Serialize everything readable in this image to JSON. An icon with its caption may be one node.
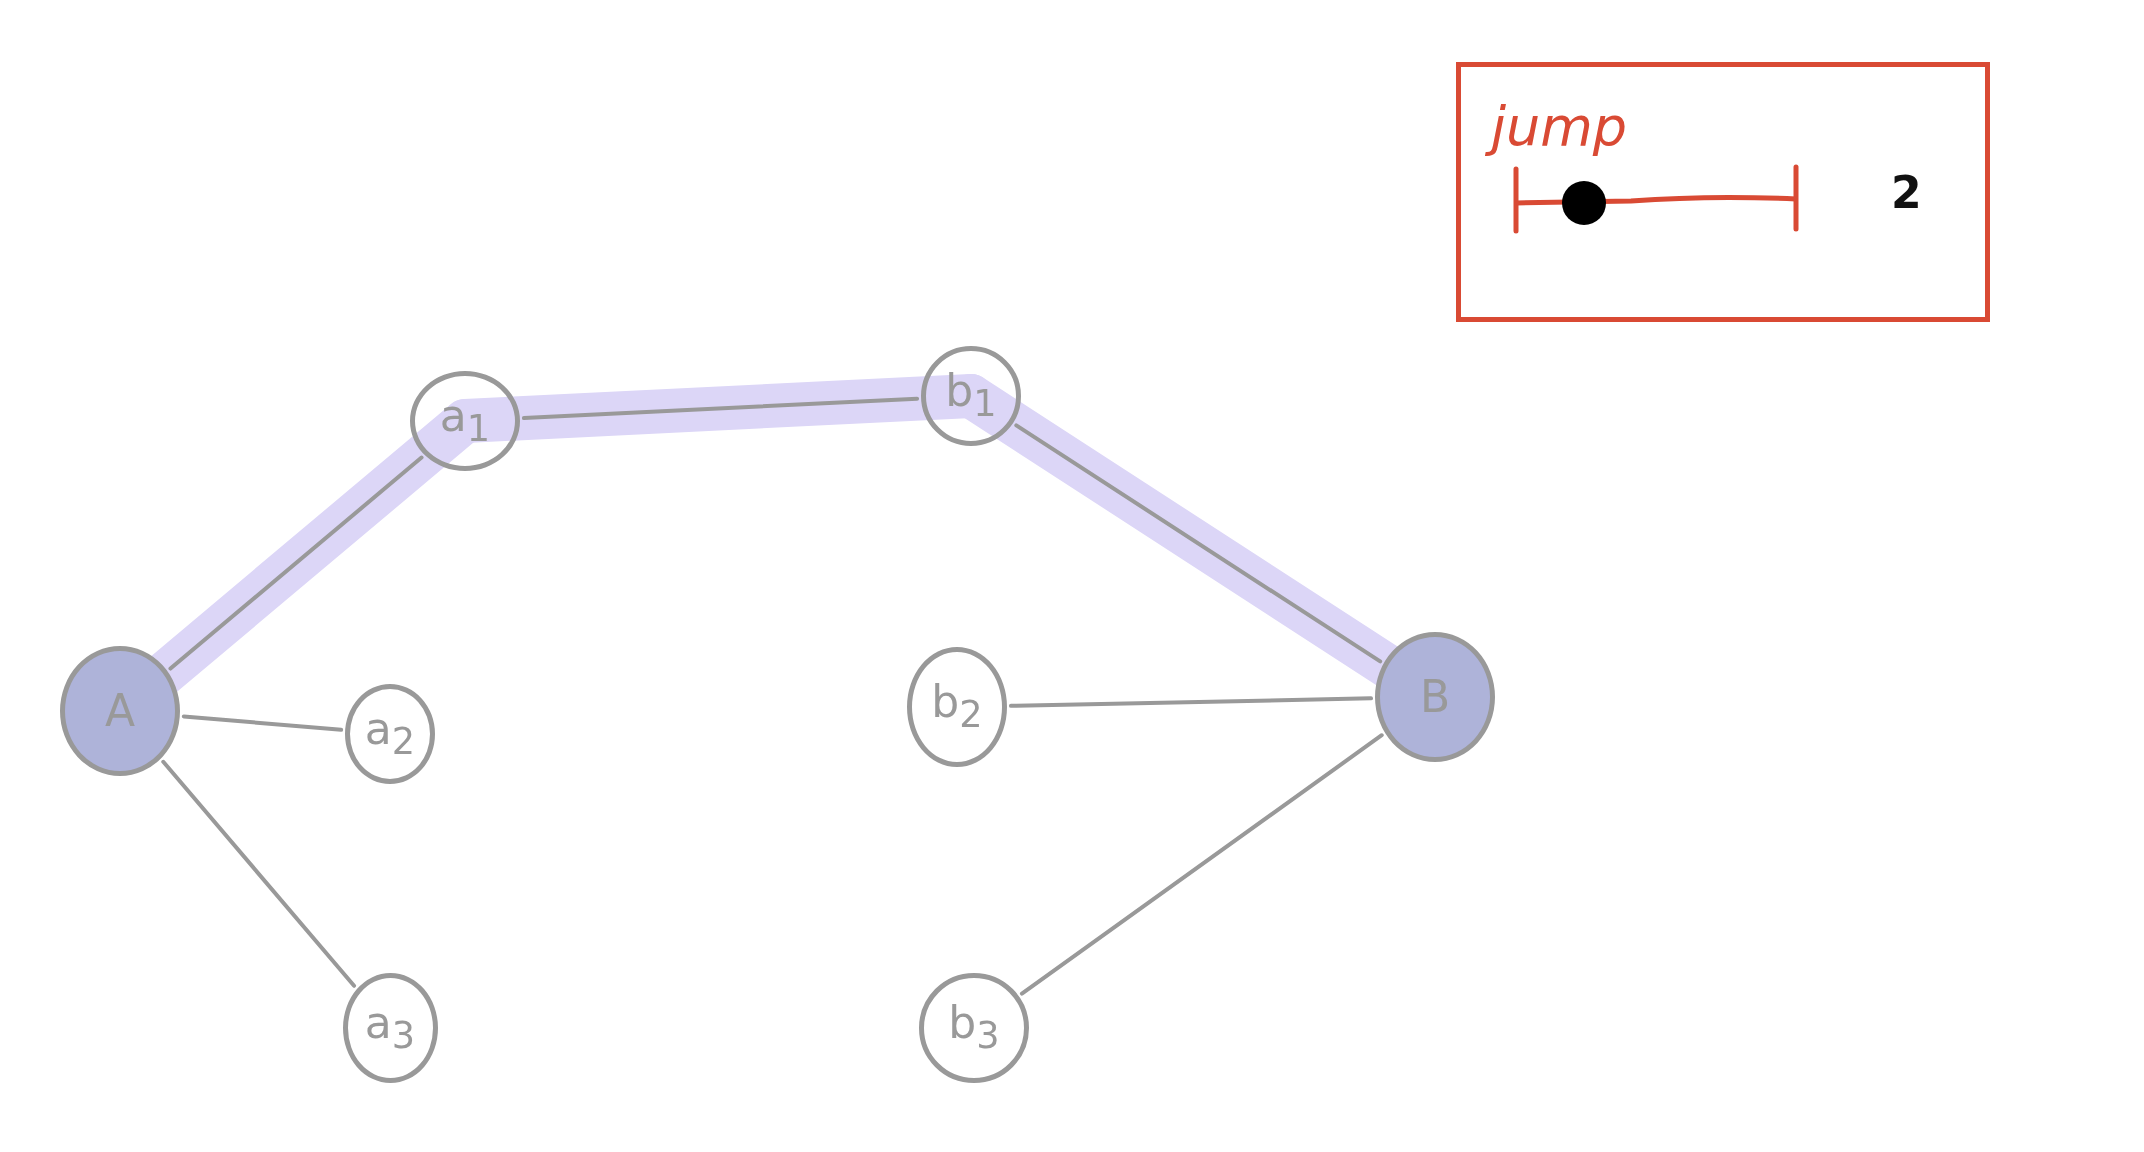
{
  "diagram": {
    "nodes": [
      {
        "text": [
          "A"
        ]
      },
      {
        "text": [
          "a$_{1}$"
        ]
      },
      {
        "text": [
          "b$_{1}$"
        ]
      },
      {
        "text": [
          "B"
        ]
      },
      {
        "text": [
          "a$_{2}$"
        ]
      },
      {
        "text": [
          "b$_{2}$"
        ]
      },
      {
        "text": [
          "a$_{3}$"
        ]
      },
      {
        "text": [
          "b$_{3}$"
        ]
      },
      {
        "text": [
          "jump",
          "2"
        ]
      }
    ],
    "edges": [
      {
        "from": 0,
        "to": 1,
        "arrow": "none"
      },
      {
        "from": 1,
        "to": 2,
        "arrow": "none"
      },
      {
        "from": 2,
        "to": 3,
        "arrow": "none"
      },
      {
        "from": 0,
        "to": 4,
        "arrow": "none"
      },
      {
        "from": 0,
        "to": 6,
        "arrow": "none"
      },
      {
        "from": 5,
        "to": 3,
        "arrow": "none"
      },
      {
        "from": 7,
        "to": 3,
        "arrow": "none"
      }
    ]
  }
}
